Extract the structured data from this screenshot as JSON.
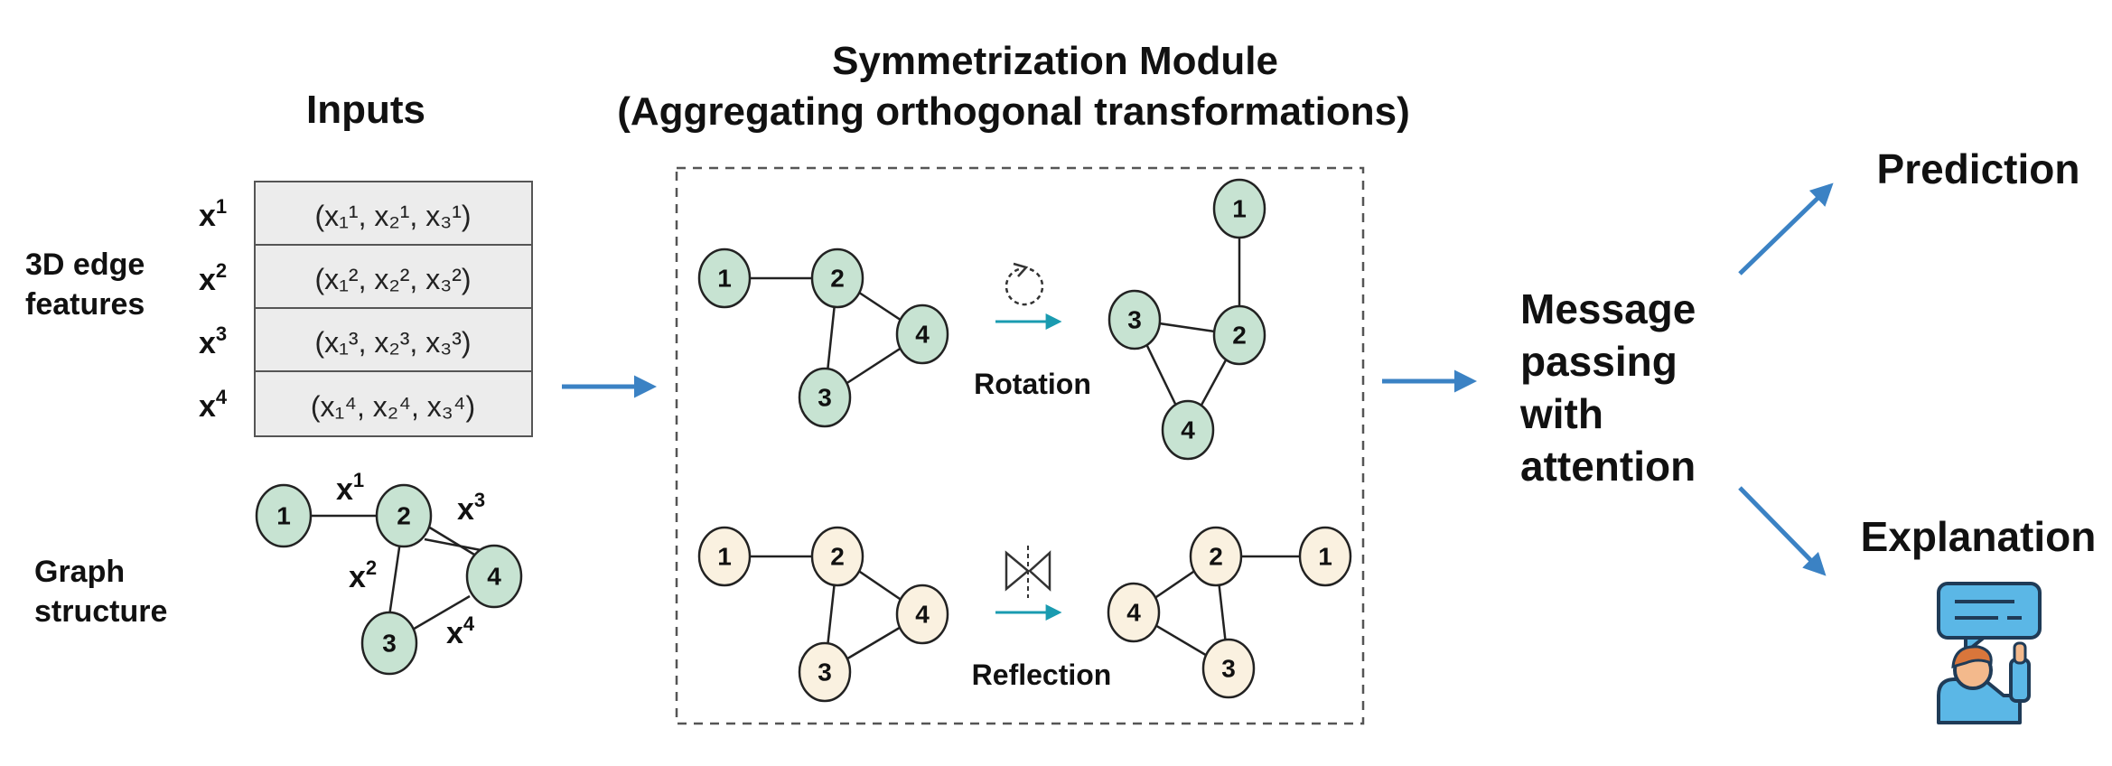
{
  "colors": {
    "node_green": "#c7e3d2",
    "node_cream": "#faf1e0",
    "arrow_blue": "#3b82c4",
    "small_arrow": "#1a9bb0",
    "cell_fill": "#ececec"
  },
  "inputs": {
    "title": "Inputs",
    "edge_features_label": [
      "3D edge",
      "features"
    ],
    "rows": [
      {
        "name": "x",
        "sup": "1",
        "cell": "(x₁¹, x₂¹, x₃¹)"
      },
      {
        "name": "x",
        "sup": "2",
        "cell": "(x₁², x₂², x₃²)"
      },
      {
        "name": "x",
        "sup": "3",
        "cell": "(x₁³, x₂³, x₃³)"
      },
      {
        "name": "x",
        "sup": "4",
        "cell": "(x₁⁴, x₂⁴, x₃⁴)"
      }
    ],
    "graph_label": [
      "Graph",
      "structure"
    ],
    "graph_edge_labels": [
      {
        "name": "x",
        "sup": "1"
      },
      {
        "name": "x",
        "sup": "2"
      },
      {
        "name": "x",
        "sup": "3"
      },
      {
        "name": "x",
        "sup": "4"
      }
    ]
  },
  "symmetrization": {
    "title_line1": "Symmetrization Module",
    "title_line2": "(Aggregating orthogonal transformations)",
    "rotation_label": "Rotation",
    "reflection_label": "Reflection",
    "rotation_icon": "rotate-icon",
    "reflection_icon": "mirror-flip-icon"
  },
  "nodes": [
    "1",
    "2",
    "3",
    "4"
  ],
  "message_passing": [
    "Message",
    "passing",
    "with",
    "attention"
  ],
  "outputs": {
    "prediction": "Prediction",
    "explanation": "Explanation",
    "explanation_icon": "person-with-speech-bubble-icon"
  }
}
